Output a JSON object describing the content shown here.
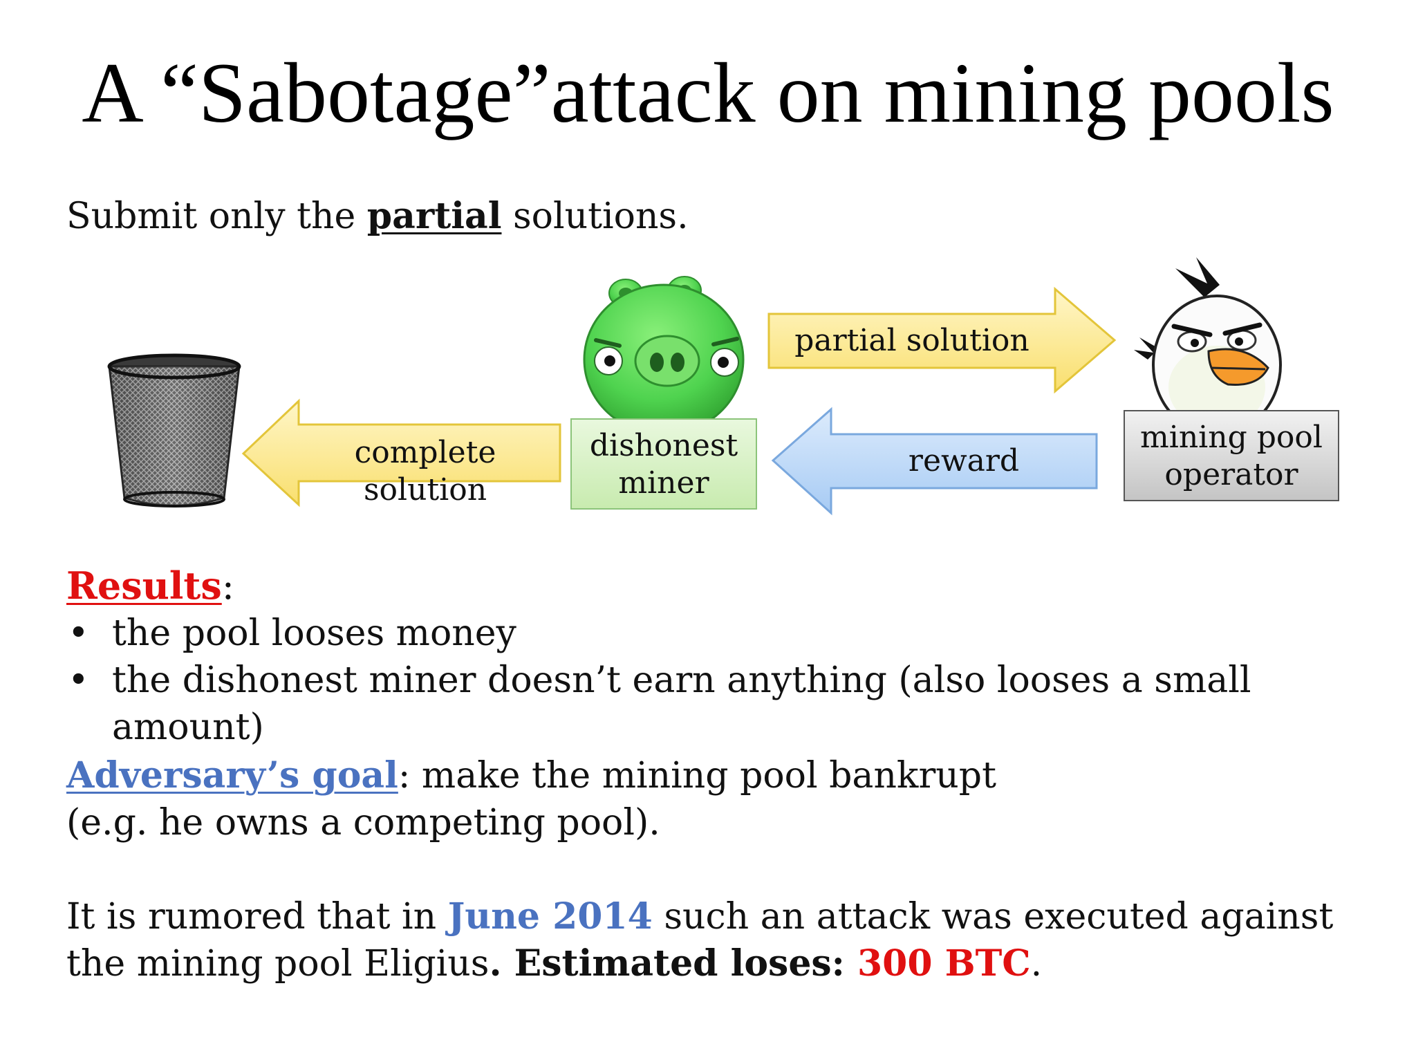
{
  "title": "A “Sabotage”attack on mining pools",
  "intro": {
    "before": "Submit only the ",
    "emph": "partial",
    "after": " solutions."
  },
  "diagram": {
    "partial_solution": "partial solution",
    "reward": "reward",
    "complete_solution": "complete solution",
    "miner_line1": "dishonest",
    "miner_line2": "miner",
    "operator_line1": "mining pool",
    "operator_line2": "operator",
    "colors": {
      "yellow_arrow": "#fbe68a",
      "blue_arrow": "#b3d4f6",
      "miner_box": "#d4f0c0",
      "operator_box": "#d9d9d9",
      "pig": "#4fd34f",
      "bird_beak": "#f59a2c"
    }
  },
  "results": {
    "heading": "Results",
    "colon": ":",
    "items": [
      "the pool looses money",
      "the dishonest miner doesn’t earn anything (also looses a small amount)"
    ],
    "bullet": "•"
  },
  "goal": {
    "label": "Adversary’s goal",
    "text": ": make the mining pool bankrupt",
    "line2": "(e.g. he owns a competing pool)."
  },
  "rumor": {
    "p1": "It is rumored that in ",
    "date": "June 2014",
    "p2": " such an attack was executed against the mining pool Eligius",
    "p3": ". Estimated loses: ",
    "amount": "300 BTC",
    "p4": "."
  }
}
